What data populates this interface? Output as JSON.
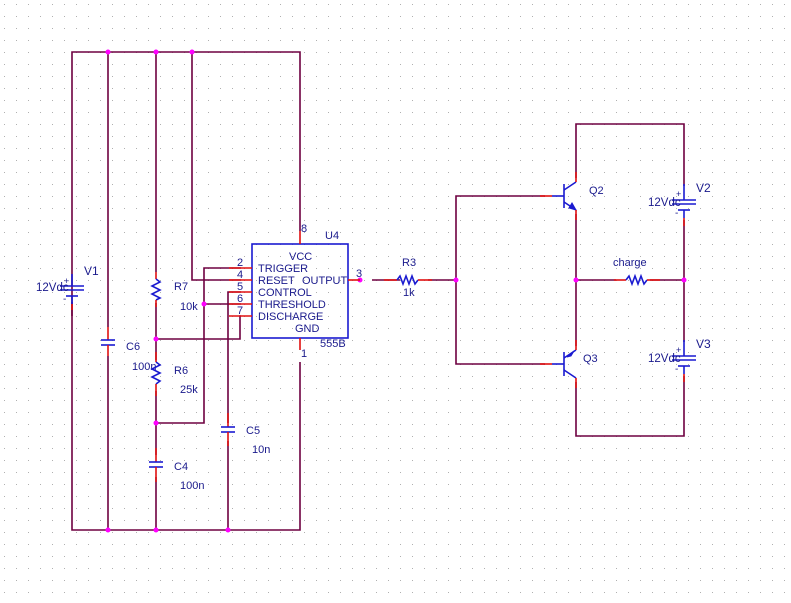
{
  "colors": {
    "wire": "#6e0040",
    "pin": "#e01010",
    "part": "#1a1ad0",
    "label": "#1a1a8c",
    "junction": "#ff00ff",
    "grid": "#b0b0b0",
    "background": "#ffffff"
  },
  "components": {
    "V1": {
      "ref": "V1",
      "value": "12Vdc",
      "plus": "+",
      "minus": "-"
    },
    "V2": {
      "ref": "V2",
      "value": "12Vdc",
      "plus": "+",
      "minus": "-"
    },
    "V3": {
      "ref": "V3",
      "value": "12Vdc",
      "plus": "+",
      "minus": "-"
    },
    "C6": {
      "ref": "C6",
      "value": "100n"
    },
    "C4": {
      "ref": "C4",
      "value": "100n"
    },
    "C5": {
      "ref": "C5",
      "value": "10n"
    },
    "R7": {
      "ref": "R7",
      "value": "10k"
    },
    "R6": {
      "ref": "R6",
      "value": "25k"
    },
    "R3": {
      "ref": "R3",
      "value": "1k"
    },
    "Rcharge": {
      "ref": "",
      "value": "charge"
    },
    "Q2": {
      "ref": "Q2"
    },
    "Q3": {
      "ref": "Q3"
    },
    "U4": {
      "ref": "U4",
      "part": "555B",
      "pins": {
        "vcc": {
          "num": "8",
          "name": "VCC"
        },
        "trigger": {
          "num": "2",
          "name": "TRIGGER"
        },
        "reset": {
          "num": "4",
          "name": "RESET"
        },
        "control": {
          "num": "5",
          "name": "CONTROL"
        },
        "threshold": {
          "num": "6",
          "name": "THRESHOLD"
        },
        "discharge": {
          "num": "7",
          "name": "DISCHARGE"
        },
        "output": {
          "num": "3",
          "name": "OUTPUT"
        },
        "gnd": {
          "num": "1",
          "name": "GND"
        }
      }
    }
  }
}
